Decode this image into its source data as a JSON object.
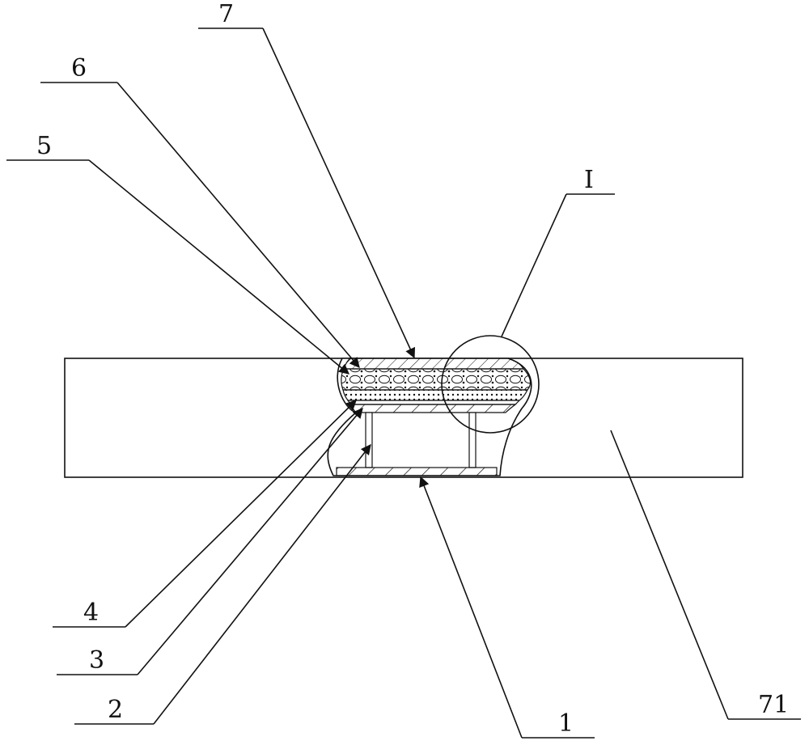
{
  "labels": {
    "l7": "7",
    "l6": "6",
    "l5": "5",
    "lI": "I",
    "l4": "4",
    "l3": "3",
    "l2": "2",
    "l1": "1",
    "l71": "71"
  }
}
